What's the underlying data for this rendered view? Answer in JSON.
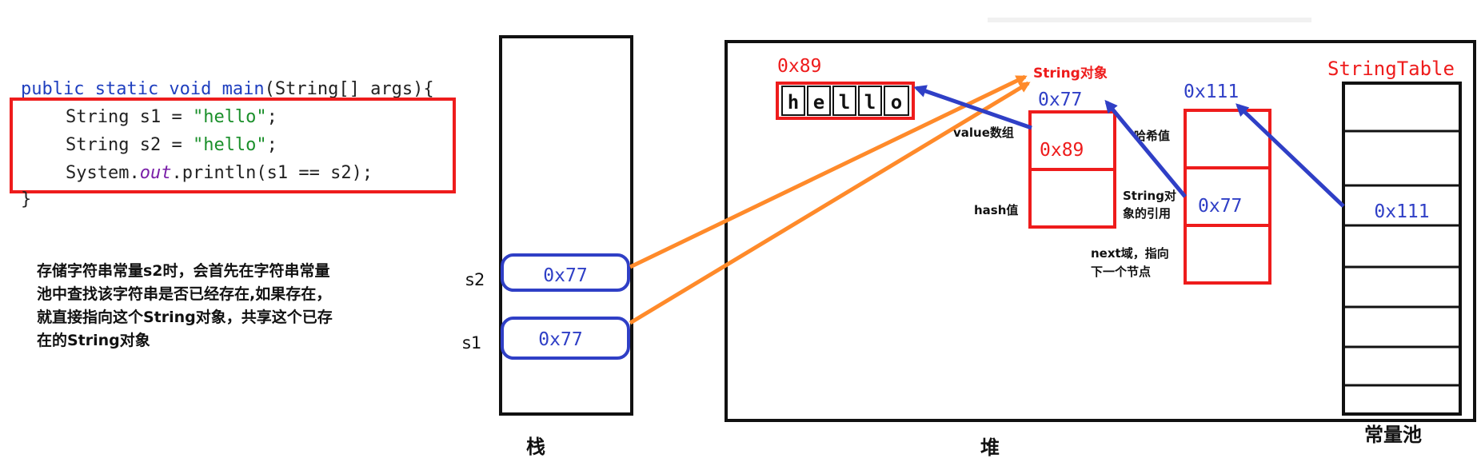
{
  "code": {
    "line1_kw": "public static void",
    "line1_name": "main",
    "line1_rest": "(String[] args){",
    "line2_pre": "String s1 = ",
    "line2_str": "\"hello\"",
    "line2_post": ";",
    "line3_pre": "String s2 = ",
    "line3_str": "\"hello\"",
    "line3_post": ";",
    "line4_pre": "System.",
    "line4_field": "out",
    "line4_post": ".println(s1 == s2);",
    "line5": "}"
  },
  "note": {
    "line1": "存储字符串常量s2时，会首先在字符串常量",
    "line2": "池中查找该字符串是否已经存在,如果存在，",
    "line3": "就直接指向这个String对象，共享这个已存",
    "line4": "在的String对象"
  },
  "stack": {
    "caption": "栈",
    "s2_label": "s2",
    "s2_value": "0x77",
    "s1_label": "s1",
    "s1_value": "0x77"
  },
  "heap": {
    "caption": "堆",
    "array_addr": "0x89",
    "array_chars": [
      "h",
      "e",
      "l",
      "l",
      "o"
    ],
    "string_obj_label": "String对象",
    "string_addr": "0x77",
    "value_label": "value数组",
    "value_content": "0x89",
    "hash_label": "hash值",
    "node_addr": "0x111",
    "hash_value_label": "哈希值",
    "ref_label_line1": "String对",
    "ref_label_line2": "象的引用",
    "ref_value": "0x77",
    "next_label_line1": "next域，指向",
    "next_label_line2": "下一个节点"
  },
  "pool": {
    "title": "StringTable",
    "caption": "常量池",
    "entry_value": "0x111"
  },
  "colors": {
    "red": "#ee1c1c",
    "blue": "#2f3fc6",
    "orange": "#ff8a2a",
    "black": "#111111"
  }
}
